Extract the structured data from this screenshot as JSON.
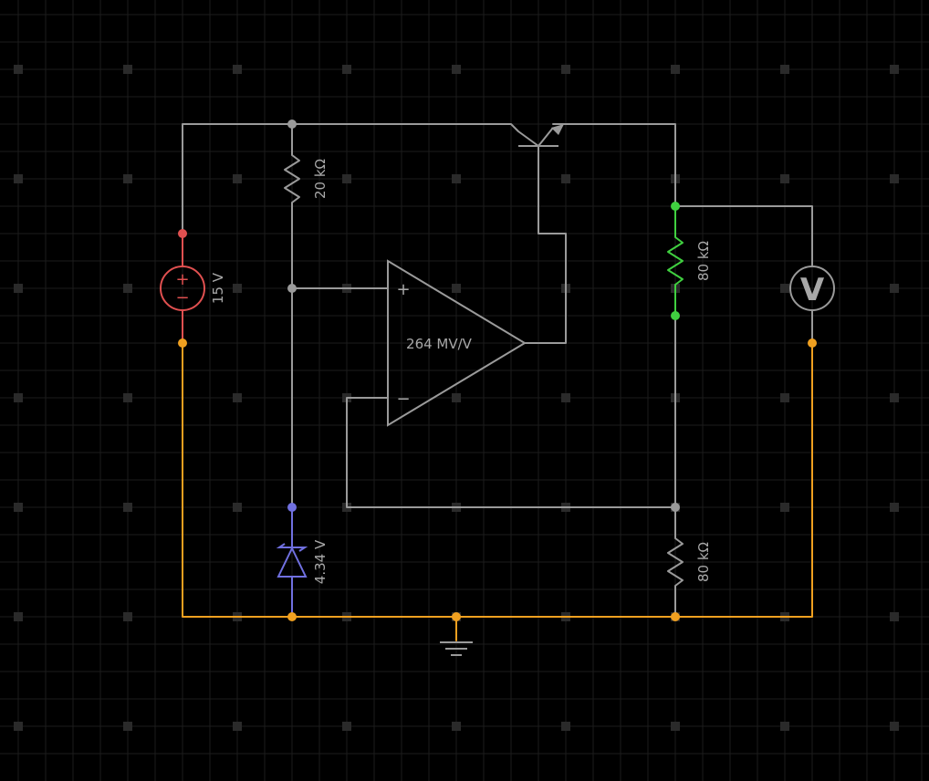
{
  "colors": {
    "background": "#000000",
    "grid_line": "#1c1c1c",
    "grid_dot": "#2a2a2a",
    "wire": "#9a9a9a",
    "ground_wire": "#f0a020",
    "source": "#e05050",
    "high_node": "#40d040",
    "zener": "#7070e0",
    "label": "#a8a8a8"
  },
  "components": {
    "voltage_source": {
      "value": "15 V",
      "plus_symbol": "+",
      "minus_symbol": "−"
    },
    "resistor_top": {
      "value": "20 kΩ"
    },
    "resistor_mid": {
      "value": "80 kΩ"
    },
    "resistor_bottom": {
      "value": "80 kΩ"
    },
    "zener": {
      "value": "4.34 V"
    },
    "opamp": {
      "gain": "264 MV/V",
      "plus_symbol": "+",
      "minus_symbol": "−"
    },
    "voltmeter": {
      "symbol": "V"
    },
    "transistor": {
      "type": "pnp"
    }
  }
}
